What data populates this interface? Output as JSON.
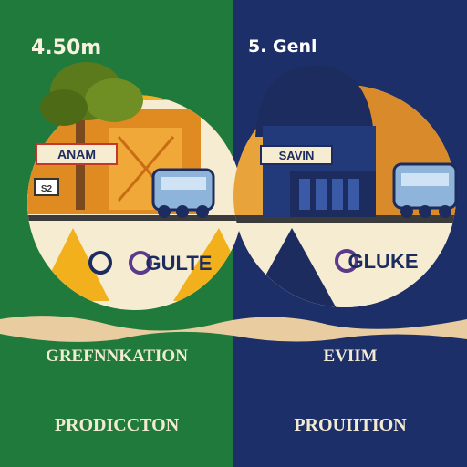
{
  "colors": {
    "left_background": "#1f7a3c",
    "right_background": "#1d2f68",
    "gold": "#f2b01c",
    "cream": "#f6ecd2",
    "tan_band": "#e9cda0",
    "navy_building": "#1c2c5e",
    "caption_left": "#f3ead2",
    "caption_right": "#f3ead2",
    "corner_left_text": "#f8f1de",
    "corner_right_text": "#ffffff"
  },
  "left_panel": {
    "corner_label": "4.50m",
    "sign_text": "ANAM",
    "plate_text": "S2",
    "symbols_text": "GULTE",
    "caption_top": "GREFNNKATION",
    "caption_bottom": "PRODICCTON",
    "icons": [
      "tree-icon",
      "train-icon",
      "vending-machine-icon",
      "warning-triangle-icon"
    ]
  },
  "right_panel": {
    "corner_label": "5. Genl",
    "sign_text": "SAVIN",
    "symbols_text": "GLUKE",
    "caption_top": "EVIIM",
    "caption_bottom": "PROUIITION",
    "icons": [
      "dome-building-icon",
      "train-icon",
      "pyramid-icon"
    ]
  }
}
